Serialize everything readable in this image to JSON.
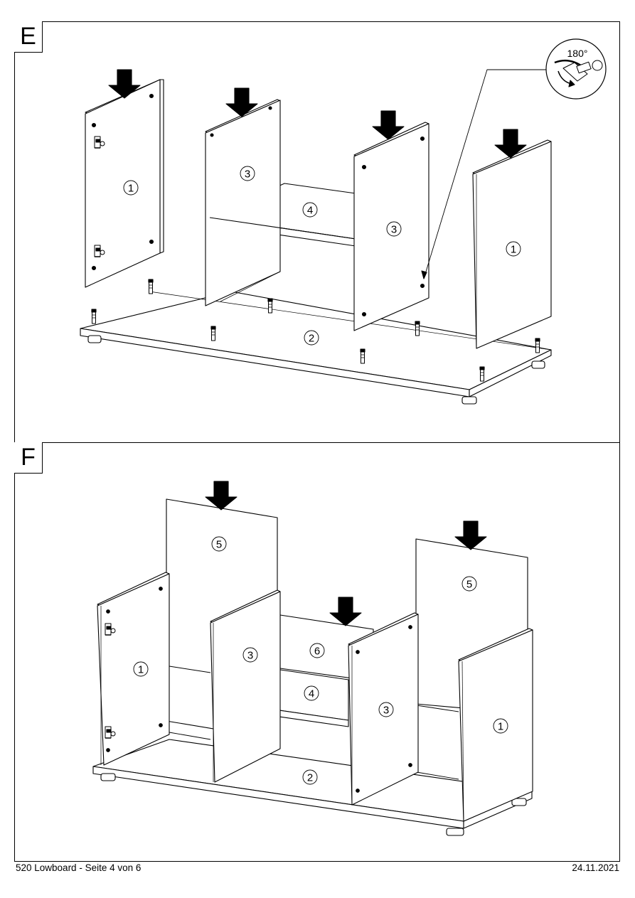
{
  "steps": [
    {
      "label": "E"
    },
    {
      "label": "F"
    }
  ],
  "step_e": {
    "parts": [
      "1",
      "3",
      "4",
      "3",
      "1",
      "2"
    ],
    "detail_angle": "180°"
  },
  "step_f": {
    "parts": [
      "5",
      "5",
      "1",
      "3",
      "6",
      "4",
      "3",
      "1",
      "2"
    ]
  },
  "footer": {
    "left": "520 Lowboard - Seite 4 von 6",
    "right": "24.11.2021"
  },
  "icons": [
    "down-arrow-icon",
    "dowel-icon",
    "cam-lock-icon",
    "rotation-detail-icon"
  ]
}
